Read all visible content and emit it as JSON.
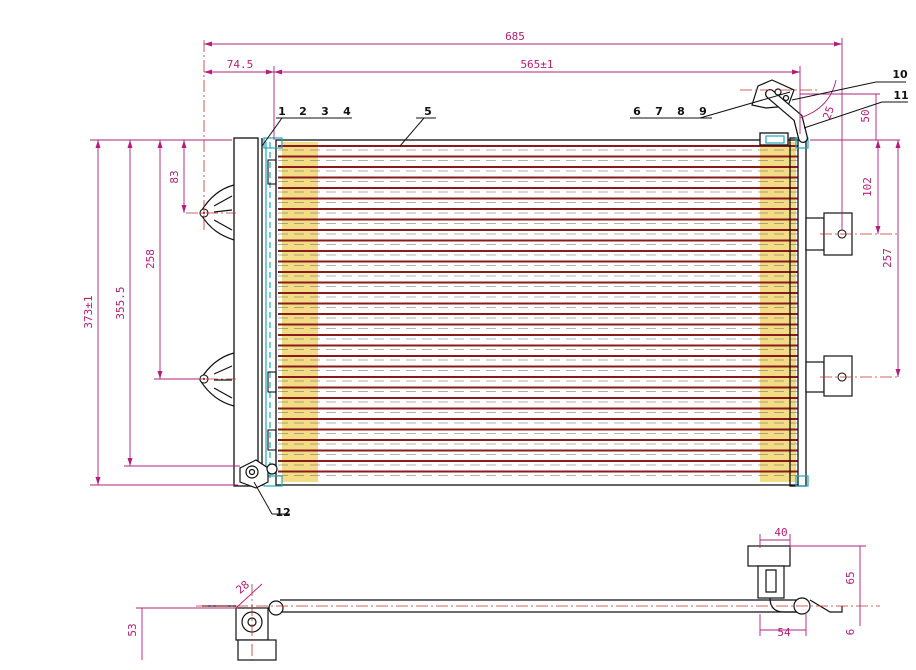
{
  "dimensions": {
    "overall_width": "685",
    "left_offset": "74.5",
    "core_width": "565±1",
    "height_total": "373±1",
    "height_355": "355.5",
    "height_258": "258",
    "height_83": "83",
    "right_102": "102",
    "right_257": "257",
    "right_50": "50",
    "angle_25": "25",
    "bottom_40": "40",
    "bottom_65": "65",
    "bottom_54": "54",
    "bottom_6": "6",
    "bottom_53": "53",
    "bottom_28": "28"
  },
  "callouts": {
    "group_left": [
      "1",
      "2",
      "3",
      "4"
    ],
    "tube": "5",
    "group_right": [
      "6",
      "7",
      "8",
      "9"
    ],
    "c10": "10",
    "c11": "11",
    "c12": "12"
  },
  "colors": {
    "dimension": "#b0207a",
    "tube": "#8b1a1a",
    "fin": "#f2dc86",
    "outline": "#111111",
    "accent": "#20a8b8",
    "centerline": "#c03030"
  }
}
